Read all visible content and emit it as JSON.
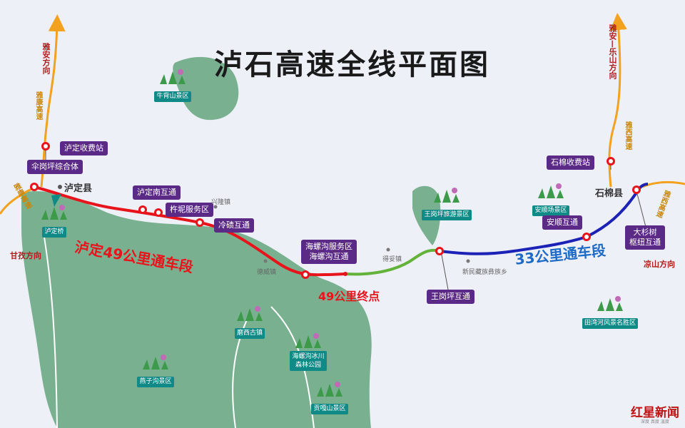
{
  "title": "泸石高速全线平面图",
  "segments": {
    "luding": "泸定49公里通车段",
    "shimian": "33公里通车段",
    "endpoint": "49公里终点"
  },
  "interchanges": {
    "luding_toll": "泸定收费站",
    "sangangping": "伞岗坪综合体",
    "luding_south": "泸定南互通",
    "chuzhu": "杵坭服务区",
    "lengqi": "冷碛互通",
    "hailuogou_a": "海螺沟服务区",
    "hailuogou_b": "海螺沟互通",
    "wanggangping": "王岗坪互通",
    "shimian_toll": "石棉收费站",
    "anshun": "安顺互通",
    "dashanshu_a": "大杉树",
    "dashanshu_b": "枢纽互通"
  },
  "scenic": {
    "niubeishan": "牛背山景区",
    "ludingqiao": "泸定桥",
    "moxi": "磨西古镇",
    "yanzigou": "燕子沟景区",
    "hailuogou_a": "海螺沟冰川",
    "hailuogou_b": "森林公园",
    "gonggashan": "贡嘎山景区",
    "wanggangping": "王岗坪旅游景区",
    "anshunchang": "安顺场景区",
    "tianwanhe": "田湾河风景名胜区"
  },
  "towns": {
    "xinglong": "兴隆镇",
    "dewei": "德威镇",
    "deyao": "得妥镇",
    "xinmin": "新民藏族彝族乡"
  },
  "counties": {
    "luding": "泸定县",
    "shimian": "石棉县"
  },
  "directions": {
    "yaan": "雅安方向",
    "yaan_leshan": "雅安—乐山方向",
    "ganzi": "甘孜方向",
    "liangshan": "凉山方向"
  },
  "highways": {
    "yakang_north": "雅康高速",
    "yakang_west": "雅康高速",
    "yaxi_north": "雅西高速",
    "yaxi_east": "雅西高速"
  },
  "logo": {
    "name": "红星新闻",
    "sub": "深度 真度 温度"
  },
  "colors": {
    "luding_segment": "#e8141c",
    "green_segment": "#63b23a",
    "shimian_segment": "#1b22b5",
    "label_bg": "#5b2a86",
    "scenic_bg": "#0f8a86",
    "highway": "#f2a21e"
  }
}
